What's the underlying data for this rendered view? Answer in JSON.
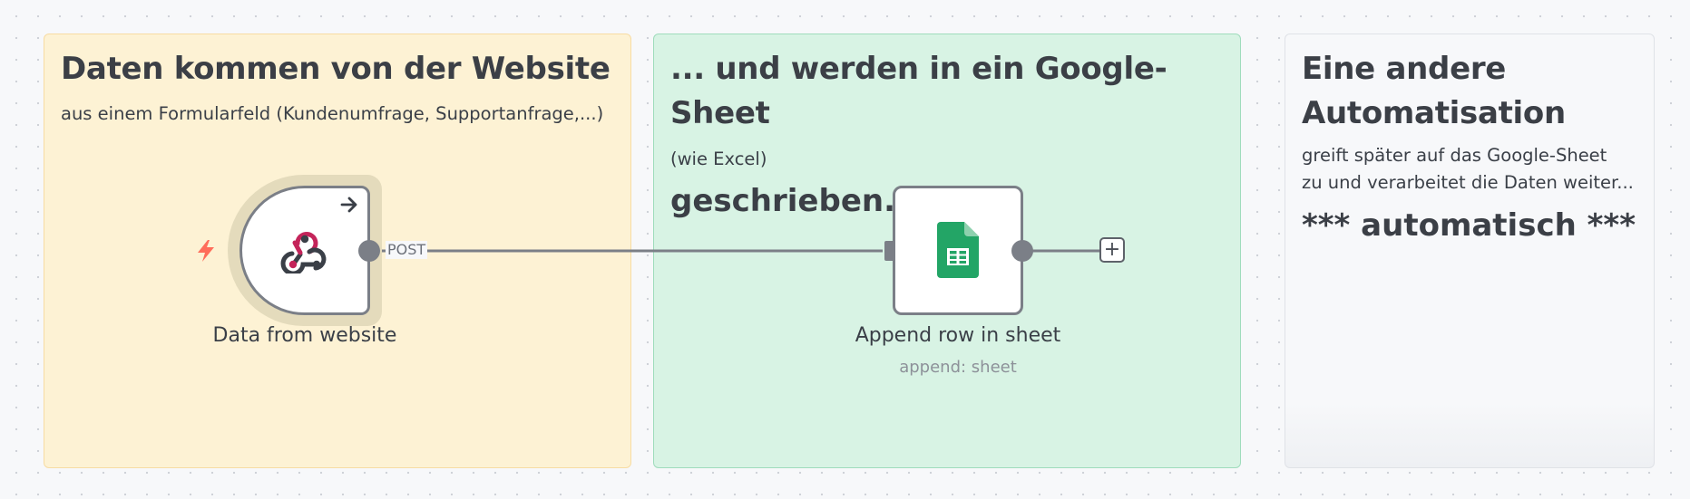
{
  "notes": [
    {
      "title": "Daten kommen von der Website",
      "text": "aus einem Formularfeld (Kundenumfrage, Supportanfrage,...)",
      "color": "#fdf2d4"
    },
    {
      "title": "... und werden in ein Google-Sheet",
      "text": "(wie Excel)",
      "emphasis": "geschrieben.",
      "color": "#d8f3e4"
    },
    {
      "title_line1": "Eine andere",
      "title_line2": "Automatisation",
      "text_line1": "greift später auf das Google-Sheet",
      "text_line2": "zu und verarbeitet die Daten weiter...",
      "emphasis": "*** automatisch ***",
      "color": "#f6f7f9"
    }
  ],
  "nodes": {
    "webhook": {
      "label": "Data from website",
      "icon": "webhook-icon",
      "trigger_icon": "lightning-bolt-icon",
      "output_label": "POST"
    },
    "sheet": {
      "label": "Append row in sheet",
      "subtitle": "append: sheet",
      "icon": "google-sheets-icon"
    }
  },
  "add_button": {
    "label": "+"
  },
  "colors": {
    "trigger": "#ff6d5a",
    "webhook_pink": "#c4245a",
    "sheets_green": "#23a566",
    "node_border": "#7b7f87"
  }
}
